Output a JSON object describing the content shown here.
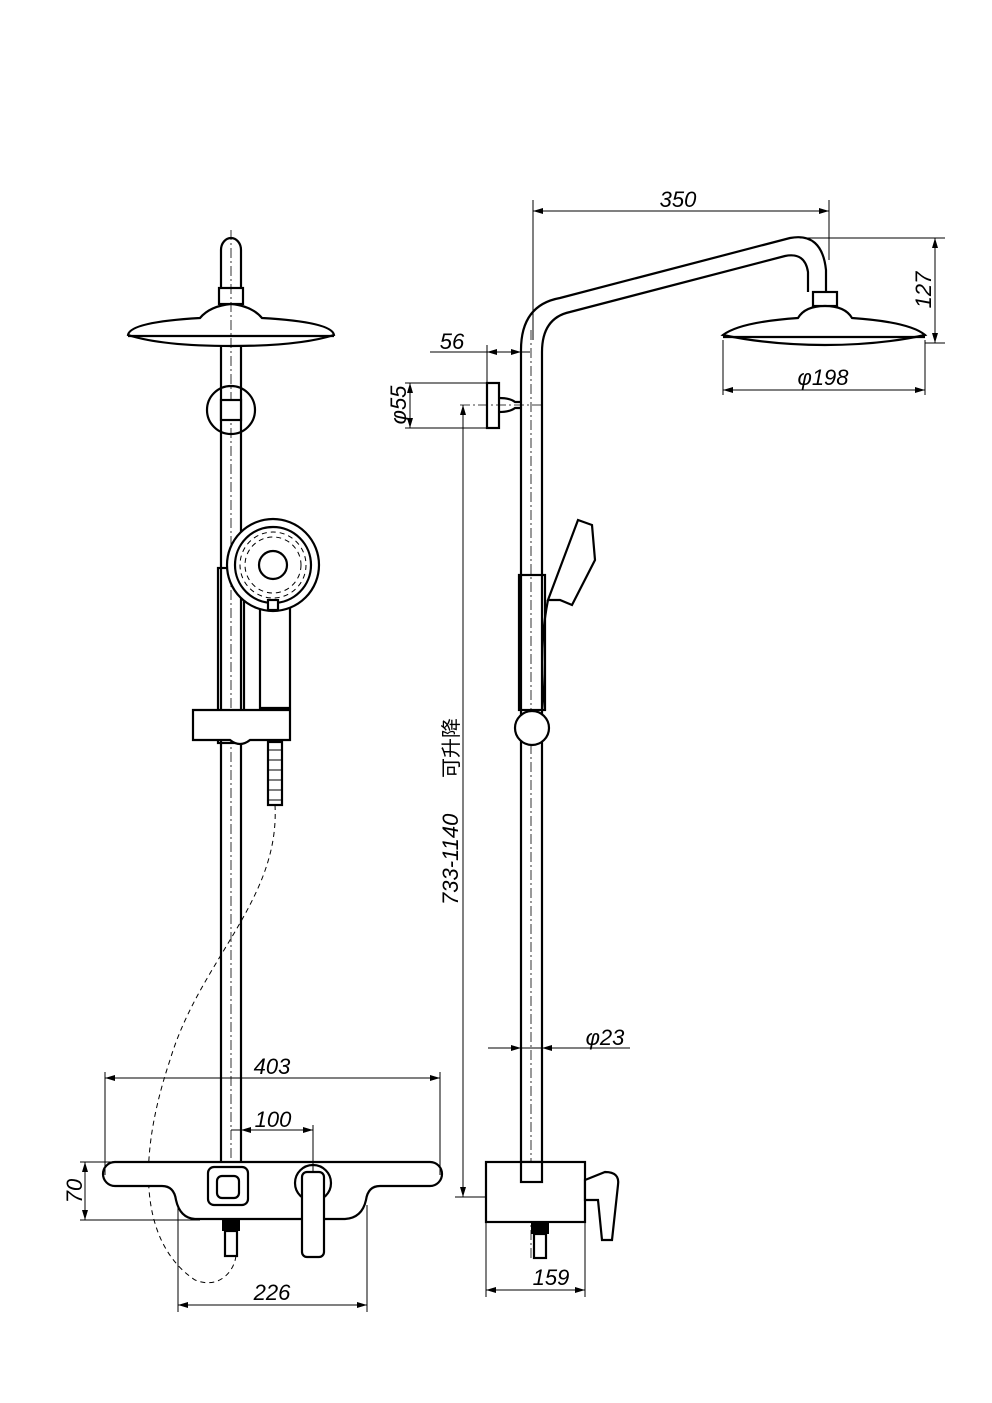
{
  "title": "Shower column technical drawing",
  "dimensions": {
    "arm_length": "350",
    "head_drop": "127",
    "bracket_offset": "56",
    "bracket_diameter": "φ55",
    "head_diameter": "φ198",
    "height_range": "733-1140",
    "height_range_note": "可升降",
    "pole_diameter": "φ23",
    "mixer_width": "403",
    "mixer_offset": "100",
    "mixer_height": "70",
    "mixer_base_width": "226",
    "mixer_depth": "159"
  }
}
